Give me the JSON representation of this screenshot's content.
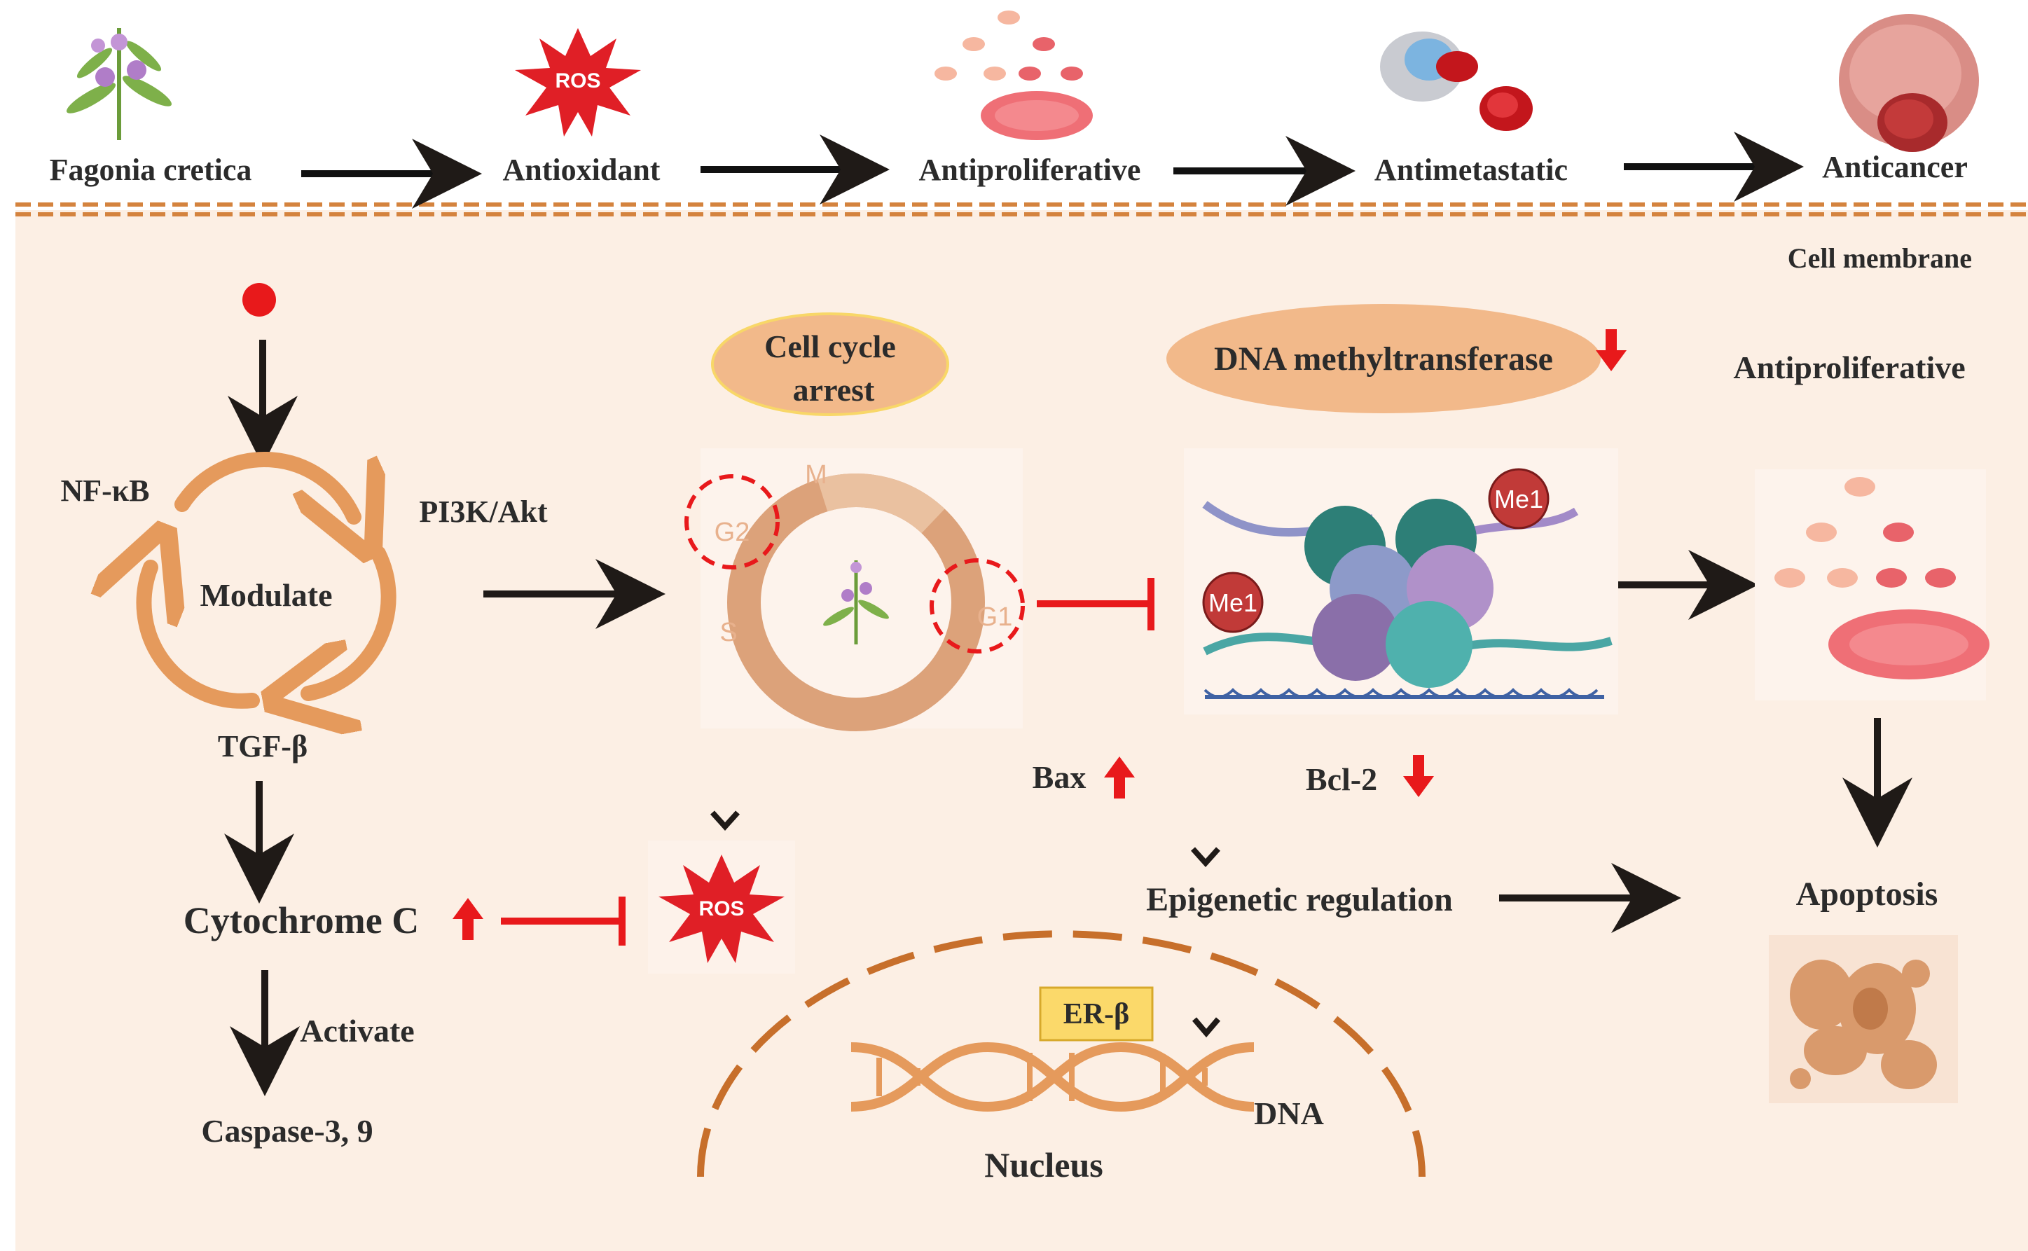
{
  "top_row": {
    "plant_label": "Fagonia cretica",
    "antioxidant_label": "Antioxidant",
    "antiproliferative_label": "Antiproliferative",
    "antimetastatic_label": "Antimetastatic",
    "anticancer_label": "Anticancer",
    "ros_burst_text": "ROS"
  },
  "cell": {
    "membrane_label": "Cell membrane",
    "nfkb": "NF-κB",
    "pi3k": "PI3K/Akt",
    "modulate": "Modulate",
    "tgfb": "TGF-β",
    "cytochrome": "Cytochrome C",
    "activate": "Activate",
    "caspase": "Caspase-3, 9",
    "ros_text": "ROS",
    "cell_cycle_arrest_line1": "Cell cycle",
    "cell_cycle_arrest_line2": "arrest",
    "phase_m": "M",
    "phase_g2": "G2",
    "phase_g1": "G1",
    "phase_s": "S",
    "dnmt": "DNA methyltransferase",
    "me1": "Me1",
    "antiproliferative": "Antiproliferative",
    "bax": "Bax",
    "bcl2": "Bcl-2",
    "epigenetic": "Epigenetic regulation",
    "apoptosis": "Apoptosis",
    "er_beta": "ER-β",
    "dna": "DNA",
    "nucleus": "Nucleus"
  },
  "colors": {
    "background_panel": "#fcefe4",
    "orange": "#e59a5c",
    "red": "#e8191b",
    "dark": "#1f1a17",
    "ros": "#e01f26",
    "ellipse": "#f2b98a",
    "er_box": "#fbd96a"
  }
}
